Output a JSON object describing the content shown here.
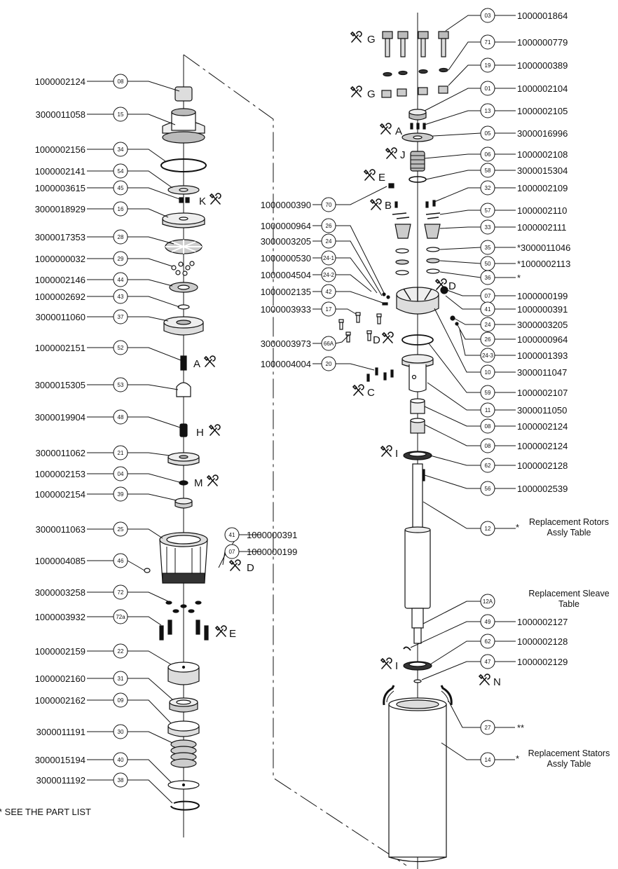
{
  "colors": {
    "line": "#111111",
    "part_fill": "#ffffff",
    "part_shade": "#cfcfcf",
    "dark": "#1a1a1a"
  },
  "icon": "wrench-screwdriver-icon",
  "footnote": "* SEE THE PART LIST",
  "left_callouts": [
    {
      "item": "08",
      "part": "1000002124"
    },
    {
      "item": "15",
      "part": "3000011058"
    },
    {
      "item": "34",
      "part": "1000002156"
    },
    {
      "item": "54",
      "part": "1000002141"
    },
    {
      "item": "45",
      "part": "1000003615"
    },
    {
      "item": "16",
      "part": "3000018929"
    },
    {
      "item": "28",
      "part": "3000017353"
    },
    {
      "item": "29",
      "part": "1000000032"
    },
    {
      "item": "44",
      "part": "1000002146"
    },
    {
      "item": "43",
      "part": "1000002692"
    },
    {
      "item": "37",
      "part": "3000011060"
    },
    {
      "item": "52",
      "part": "1000002151"
    },
    {
      "item": "53",
      "part": "3000015305"
    },
    {
      "item": "48",
      "part": "3000019904"
    },
    {
      "item": "21",
      "part": "3000011062"
    },
    {
      "item": "04",
      "part": "1000002153"
    },
    {
      "item": "39",
      "part": "1000002154"
    },
    {
      "item": "25",
      "part": "3000011063"
    },
    {
      "item": "46",
      "part": "1000004085"
    },
    {
      "item": "72",
      "part": "3000003258"
    },
    {
      "item": "72a",
      "part": "1000003932"
    },
    {
      "item": "22",
      "part": "1000002159"
    },
    {
      "item": "31",
      "part": "1000002160"
    },
    {
      "item": "09",
      "part": "1000002162"
    },
    {
      "item": "30",
      "part": "3000011191"
    },
    {
      "item": "40",
      "part": "3000015194"
    },
    {
      "item": "38",
      "part": "3000011192"
    }
  ],
  "right_callouts": [
    {
      "item": "03",
      "part": "1000001864"
    },
    {
      "item": "71",
      "part": "1000000779"
    },
    {
      "item": "19",
      "part": "1000000389"
    },
    {
      "item": "01",
      "part": "1000002104"
    },
    {
      "item": "13",
      "part": "1000002105"
    },
    {
      "item": "05",
      "part": "3000016996"
    },
    {
      "item": "06",
      "part": "1000002108"
    },
    {
      "item": "58",
      "part": "3000015304"
    },
    {
      "item": "32",
      "part": "1000002109"
    },
    {
      "item": "57",
      "part": "1000002110"
    },
    {
      "item": "33",
      "part": "1000002111"
    },
    {
      "item": "35",
      "part": "*3000011046"
    },
    {
      "item": "50",
      "part": "*1000002113"
    },
    {
      "item": "36",
      "part": "*"
    },
    {
      "item": "07",
      "part": "1000000199"
    },
    {
      "item": "41",
      "part": "1000000391"
    },
    {
      "item": "24",
      "part": "3000003205"
    },
    {
      "item": "26",
      "part": "1000000964"
    },
    {
      "item": "24-3",
      "part": "1000001393"
    },
    {
      "item": "10",
      "part": "3000011047"
    },
    {
      "item": "59",
      "part": "1000002107"
    },
    {
      "item": "11",
      "part": "3000011050"
    },
    {
      "item": "08",
      "part": "1000002124"
    },
    {
      "item": "08",
      "part": "1000002124"
    },
    {
      "item": "62",
      "part": "1000002128"
    },
    {
      "item": "56",
      "part": "1000002539"
    },
    {
      "item": "12",
      "part": "*",
      "note": [
        "Replacement  Rotors",
        "Assly Table"
      ]
    },
    {
      "item": "12A",
      "part": "",
      "note": [
        "Replacement Sleave",
        "Table"
      ]
    },
    {
      "item": "49",
      "part": "1000002127"
    },
    {
      "item": "62",
      "part": "1000002128"
    },
    {
      "item": "47",
      "part": "1000002129"
    },
    {
      "item": "27",
      "part": "**"
    },
    {
      "item": "14",
      "part": "*",
      "note": [
        "Replacement  Stators",
        "Assly Table"
      ]
    }
  ],
  "mid_callouts": [
    {
      "item": "70",
      "part": "1000000390"
    },
    {
      "item": "26",
      "part": "1000000964"
    },
    {
      "item": "24",
      "part": "3000003205"
    },
    {
      "item": "24-1",
      "part": "1000000530"
    },
    {
      "item": "24-2",
      "part": "1000004504"
    },
    {
      "item": "42",
      "part": "1000002135"
    },
    {
      "item": "17",
      "part": "1000003933"
    },
    {
      "item": "66A",
      "part": "3000003973"
    },
    {
      "item": "20",
      "part": "1000004004"
    }
  ],
  "small_callouts": [
    {
      "item": "41",
      "part": "1000000391"
    },
    {
      "item": "07",
      "part": "1000000199"
    }
  ],
  "tool_keys": [
    {
      "letter": "G"
    },
    {
      "letter": "G"
    },
    {
      "letter": "A"
    },
    {
      "letter": "J"
    },
    {
      "letter": "E"
    },
    {
      "letter": "B"
    },
    {
      "letter": "D"
    },
    {
      "letter": "D"
    },
    {
      "letter": "C"
    },
    {
      "letter": "I"
    },
    {
      "letter": "I"
    },
    {
      "letter": "N"
    },
    {
      "letter": "K"
    },
    {
      "letter": "A"
    },
    {
      "letter": "H"
    },
    {
      "letter": "M"
    },
    {
      "letter": "D"
    },
    {
      "letter": "E"
    }
  ]
}
